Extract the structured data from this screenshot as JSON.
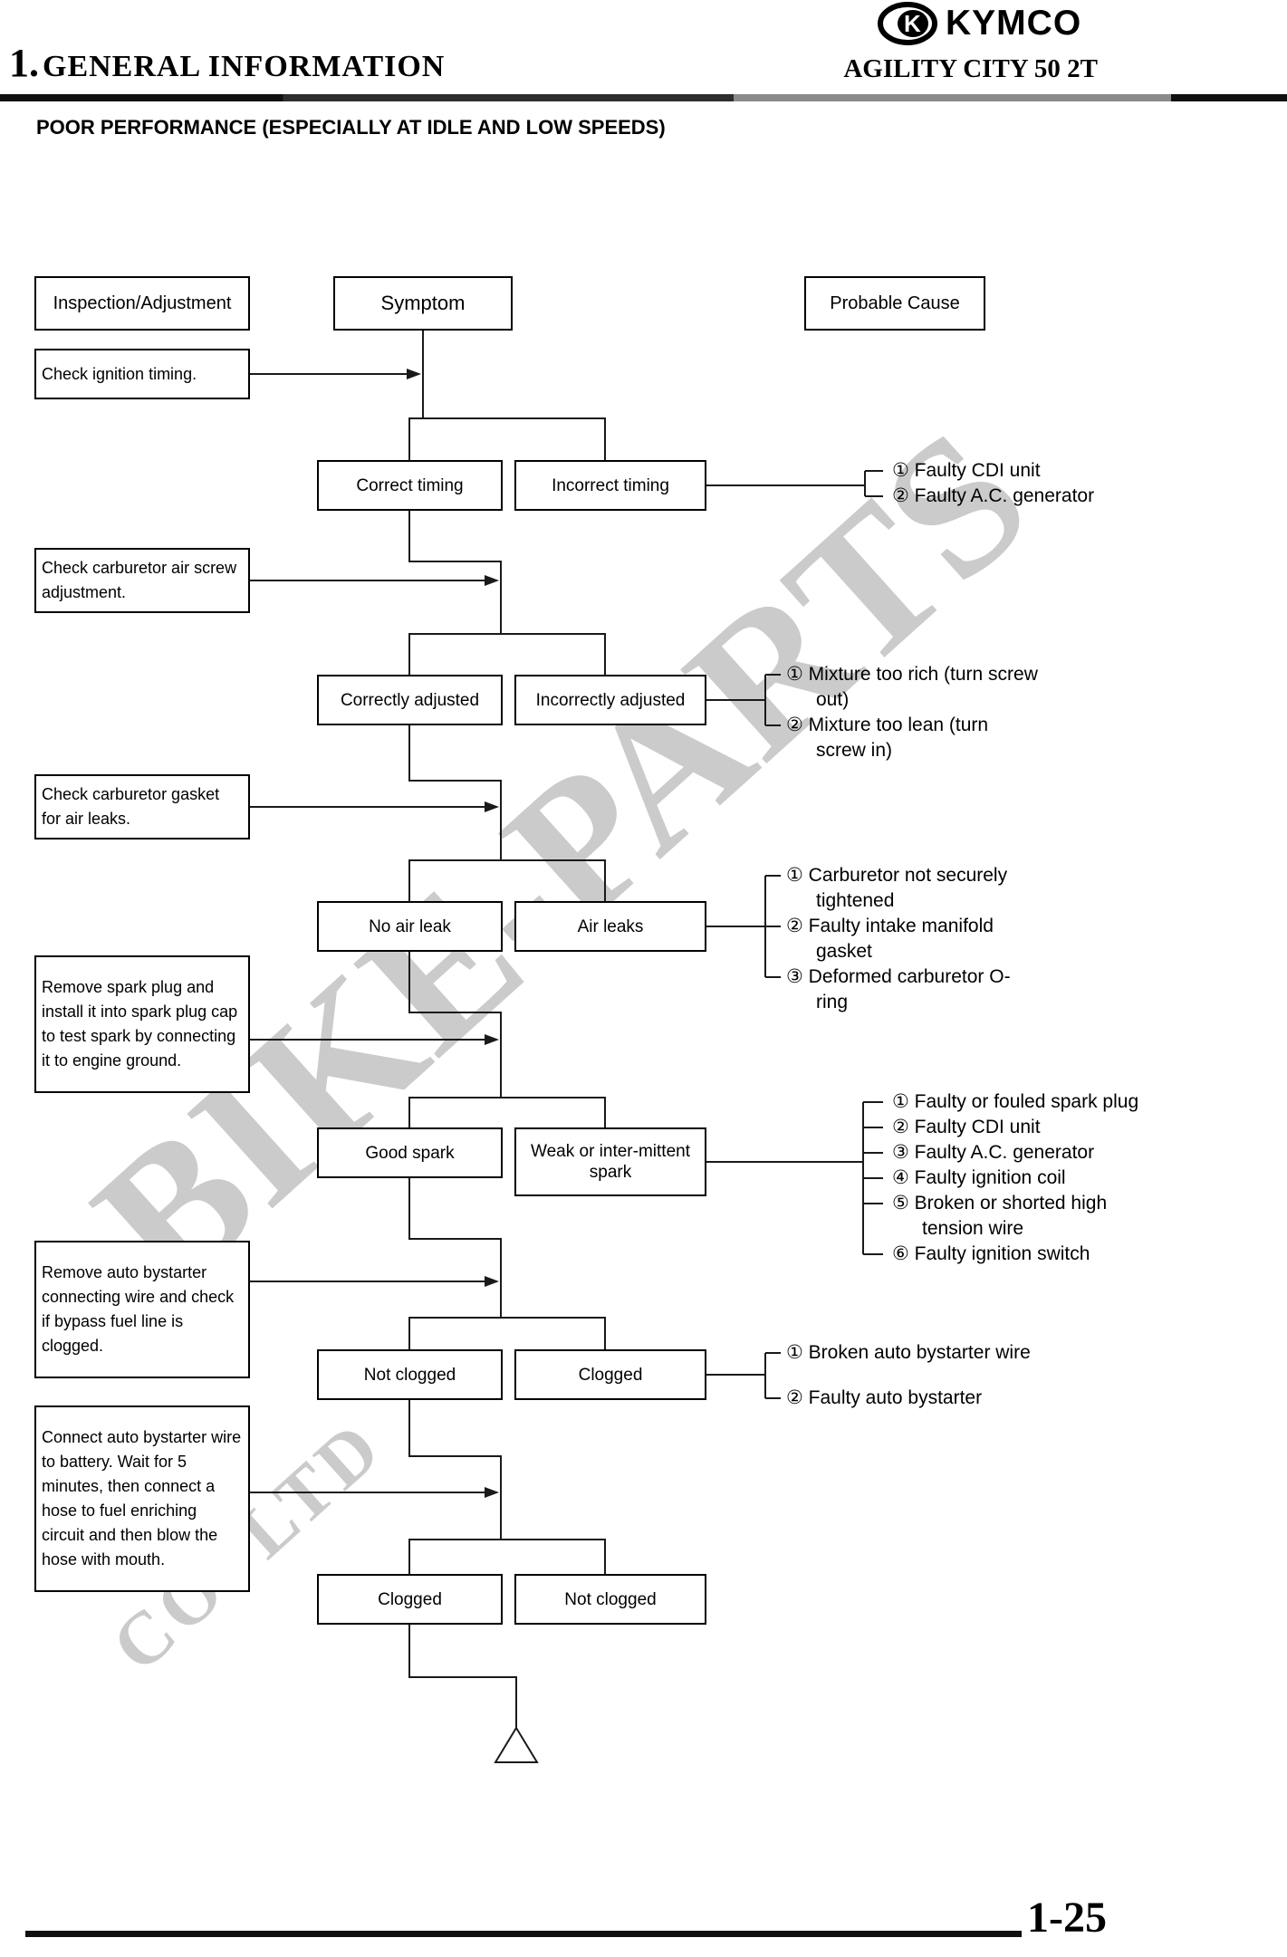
{
  "brand": {
    "logo_text": "KYMCO",
    "model": "AGILITY CITY 50 2T"
  },
  "header": {
    "chapter_number": "1.",
    "chapter_title": "GENERAL INFORMATION"
  },
  "page": {
    "title": "POOR PERFORMANCE (ESPECIALLY AT IDLE AND LOW SPEEDS)",
    "number": "1-25"
  },
  "watermark": {
    "main": "BIKE-PARTS",
    "sub": "CO. LTD",
    "color": "#cbcbcb"
  },
  "flowchart": {
    "column_headers": {
      "inspection": "Inspection/Adjustment",
      "symptom": "Symptom",
      "probable_cause": "Probable Cause"
    },
    "inspections": [
      "Check ignition timing.",
      "Check carburetor air screw adjustment.",
      "Check carburetor gasket for air leaks.",
      "Remove spark plug and install it into spark plug cap to test spark by connecting it to engine ground.",
      "Remove auto bystarter connecting wire and check if bypass fuel line is clogged.",
      "Connect auto bystarter wire to battery. Wait for 5 minutes, then connect a hose to fuel enriching circuit and then blow the hose with mouth."
    ],
    "rows": [
      {
        "ok": "Correct timing",
        "fault": "Incorrect timing",
        "cause_lines": [
          "① Faulty CDI unit",
          "② Faulty A.C. generator"
        ]
      },
      {
        "ok": "Correctly adjusted",
        "fault": "Incorrectly adjusted",
        "cause_lines": [
          "① Mixture too rich (turn screw",
          "out)",
          "② Mixture too lean (turn",
          "screw in)"
        ]
      },
      {
        "ok": "No air leak",
        "fault": "Air leaks",
        "cause_lines": [
          "① Carburetor not securely",
          "tightened",
          "② Faulty intake manifold",
          "gasket",
          "③ Deformed carburetor O-",
          "ring"
        ]
      },
      {
        "ok": "Good spark",
        "fault": "Weak or inter-mittent spark",
        "cause_lines": [
          "① Faulty or fouled spark plug",
          "② Faulty CDI unit",
          "③ Faulty A.C. generator",
          "④ Faulty ignition coil",
          "⑤ Broken or shorted high",
          "tension wire",
          "⑥ Faulty ignition switch"
        ]
      },
      {
        "ok": "Not clogged",
        "fault": "Clogged",
        "cause_lines": [
          "① Broken auto bystarter wire",
          "② Faulty auto bystarter"
        ]
      },
      {
        "ok": "Clogged",
        "fault": "Not clogged",
        "cause_lines": []
      }
    ],
    "continuation_symbol": "triangle"
  }
}
